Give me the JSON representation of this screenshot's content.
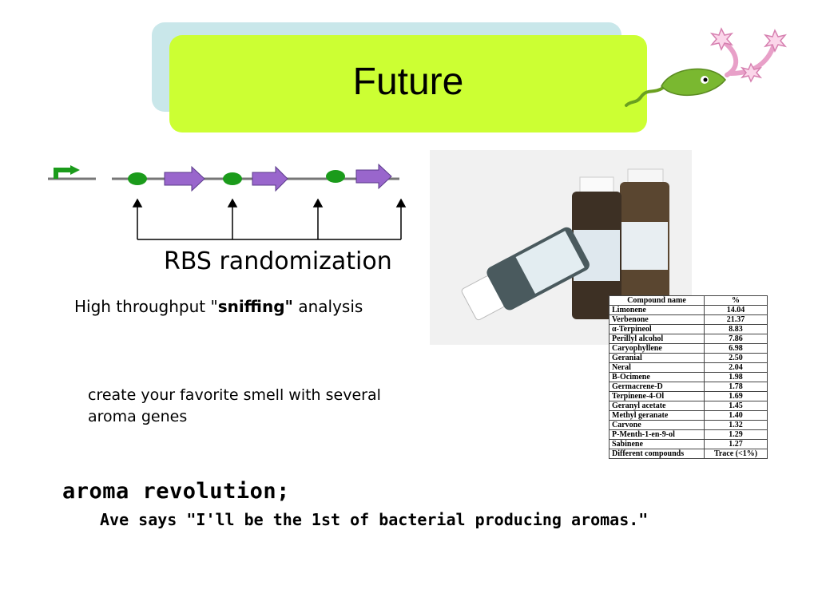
{
  "slide": {
    "title": "Future",
    "diagram_label": "RBS randomization",
    "sniffing": {
      "prefix": "High throughput \"",
      "bold": "sniffing\"",
      "suffix": " analysis"
    },
    "smell_text": "create your favorite smell with several aroma genes",
    "aroma_revolution": "aroma revolution;",
    "ave_says": "Ave says \"I'll be the 1st of bacterial producing aromas.\""
  },
  "table": {
    "headers": [
      "Compound name",
      "%"
    ],
    "rows": [
      [
        "Limonene",
        "14.04"
      ],
      [
        "Verbenone",
        "21.37"
      ],
      [
        "α-Terpineol",
        "8.83"
      ],
      [
        "Perillyl alcohol",
        "7.86"
      ],
      [
        "Caryophyllene",
        "6.98"
      ],
      [
        "Geranial",
        "2.50"
      ],
      [
        "Neral",
        "2.04"
      ],
      [
        "Β-Ocimene",
        "1.98"
      ],
      [
        "Germacrene-D",
        "1.78"
      ],
      [
        "Terpinene-4-Ol",
        "1.69"
      ],
      [
        "Geranyl acetate",
        "1.45"
      ],
      [
        "Methyl geranate",
        "1.40"
      ],
      [
        "Carvone",
        "1.32"
      ],
      [
        "P-Menth-1-en-9-ol",
        "1.29"
      ],
      [
        "Sabinene",
        "1.27"
      ],
      [
        "Different compounds",
        "Trace (<1%)"
      ]
    ]
  },
  "colors": {
    "title_bg": "#ccff33",
    "title_shadow": "#c9e7ea",
    "gene_green": "#1b9b1b",
    "gene_purple": "#9966cc",
    "mascot_green": "#7ab830"
  },
  "icons": {
    "mascot": "bacterium-mascot-icon",
    "promoter": "promoter-arrow-icon"
  }
}
